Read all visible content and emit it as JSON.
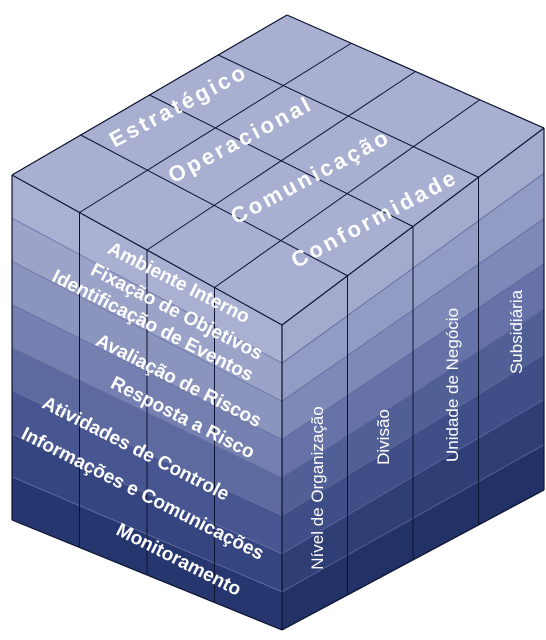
{
  "top_face": {
    "labels": [
      "Estratégico",
      "Operacional",
      "Comunicação",
      "Conformidade"
    ]
  },
  "left_face": {
    "labels": [
      "Ambiente Interno",
      "Fixação de Objetivos",
      "Identificação de Eventos",
      "Avaliação de Riscos",
      "Resposta a Risco",
      "Atividades de Controle",
      "Informações e Comunicações",
      "Monitoramento"
    ]
  },
  "right_face": {
    "labels": [
      "Nível de Organização",
      "Divisão",
      "Unidade de Negócio",
      "Subsidiária"
    ]
  },
  "colors": {
    "top": "#a9afd0",
    "left_bands": [
      "#aab0d2",
      "#9ca3c8",
      "#8b94bd",
      "#7580b0",
      "#5c6aa0",
      "#475690",
      "#35457f",
      "#26366e"
    ],
    "right_bands": [
      "#a3aacd",
      "#929bc4",
      "#7f89b8",
      "#6773a8",
      "#515f97",
      "#3f4e87",
      "#2f3f76",
      "#223266"
    ]
  }
}
